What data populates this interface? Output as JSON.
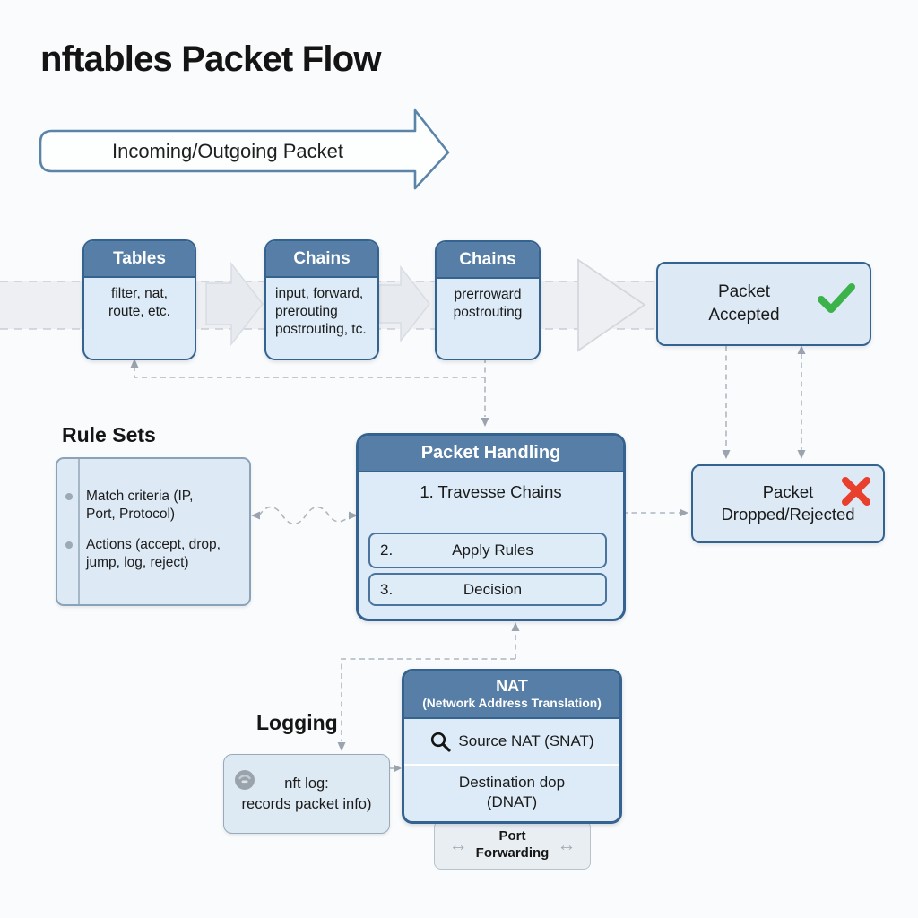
{
  "title": "nftables Packet Flow",
  "banner": {
    "label": "Incoming/Outgoing Packet"
  },
  "flow_row": [
    {
      "header": "Tables",
      "body": "filter, nat,\nroute, etc."
    },
    {
      "header": "Chains",
      "body": "input, forward,\nprerouting\npostrouting, tc."
    },
    {
      "header": "Chains",
      "body": "prerroward\npostrouting"
    }
  ],
  "packet_accepted": {
    "label": "Packet\nAccepted"
  },
  "packet_dropped": {
    "label": "Packet\nDropped/Rejected"
  },
  "rule_sets": {
    "heading": "Rule Sets",
    "items": [
      "Match criteria (IP,\nPort, Protocol)",
      "Actions (accept, drop,\njump, log, reject)"
    ]
  },
  "packet_handling": {
    "header": "Packet Handling",
    "step_1": "1. Travesse Chains",
    "steps": [
      {
        "num": "2.",
        "label": "Apply Rules"
      },
      {
        "num": "3.",
        "label": "Decision"
      }
    ]
  },
  "logging": {
    "heading": "Logging",
    "body": "nft log:\nrecords packet info)"
  },
  "nat": {
    "header_line_1": "NAT",
    "header_line_2": "(Network Address Translation)",
    "snat_label": "Source NAT (SNAT)",
    "dnat_label": "Destination dop\n(DNAT)"
  },
  "port_forwarding": {
    "label": "Port\nForwarding",
    "arrow_glyph": "↔"
  },
  "colors": {
    "header_blue": "#567ea6",
    "border_blue": "#35638f",
    "box_fill": "#dcebf7",
    "accepted_green": "#3cb24a",
    "rejected_red": "#e8402d",
    "dashed_gray": "#aeb6c0"
  }
}
